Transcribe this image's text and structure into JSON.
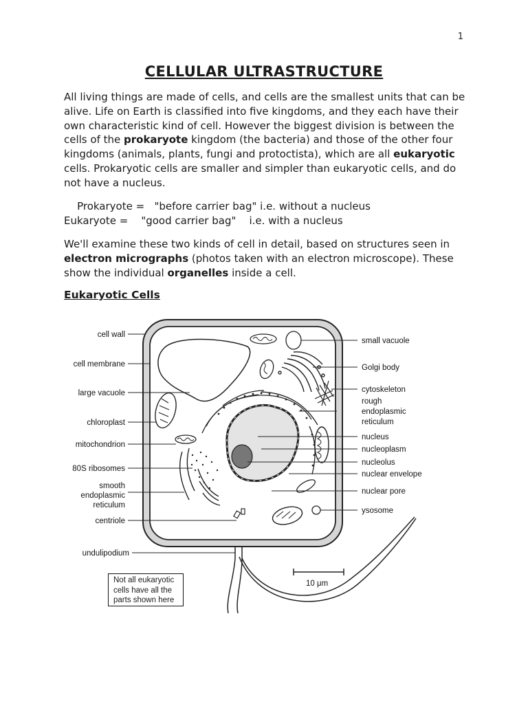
{
  "page_number": "1",
  "title": "CELLULAR ULTRASTRUCTURE",
  "intro": {
    "part1": "All living things are made of cells, and cells are the smallest units that can be alive. Life on Earth is classified into five kingdoms, and they each have their own characteristic kind of cell. However the biggest division is between the cells of the ",
    "bold1": "prokaryote",
    "part2": " kingdom (the bacteria) and those of the other four kingdoms (animals, plants, fungi and protoctista), which are all ",
    "bold2": "eukaryotic",
    "part3": " cells. Prokaryotic cells are smaller and simpler than eukaryotic cells, and do not have a nucleus."
  },
  "definitions": {
    "prokaryote": "    Prokaryote =   \"before carrier bag\" i.e. without a nucleus",
    "eukaryote": "Eukaryote =    \"good carrier bag\"    i.e. with a nucleus"
  },
  "examine": {
    "part1": " We'll examine these two kinds of cell in detail, based on structures seen in ",
    "bold1": "electron micrographs",
    "part2": " (photos taken with an electron microscope). These show the individual ",
    "bold2": "organelles",
    "part3": " inside a cell."
  },
  "section_heading": "Eukaryotic Cells",
  "diagram": {
    "labels_left": {
      "cell_wall": "cell wall",
      "cell_membrane": "cell membrane",
      "large_vacuole": "large vacuole",
      "chloroplast": "chloroplast",
      "mitochondrion": "mitochondrion",
      "ribosomes": "80S ribosomes",
      "smooth_er_1": "smooth",
      "smooth_er_2": "endoplasmic",
      "smooth_er_3": "reticulum",
      "centriole": "centriole",
      "undulipodium": "undulipodium"
    },
    "labels_right": {
      "small_vacuole": "small vacuole",
      "golgi_body": "Golgi body",
      "cytoskeleton": "cytoskeleton",
      "rough_er_1": "rough",
      "rough_er_2": "endoplasmic",
      "rough_er_3": "reticulum",
      "nucleus": "nucleus",
      "nucleoplasm": "nucleoplasm",
      "nucleolus": "nucleolus",
      "nuclear_envelope": "nuclear envelope",
      "nuclear_pore": "nuclear pore",
      "lysosome": "ysosome"
    },
    "scale_bar": "10 μm",
    "note_line1": "Not all eukaryotic",
    "note_line2": "cells have all the",
    "note_line3": "parts shown here"
  }
}
